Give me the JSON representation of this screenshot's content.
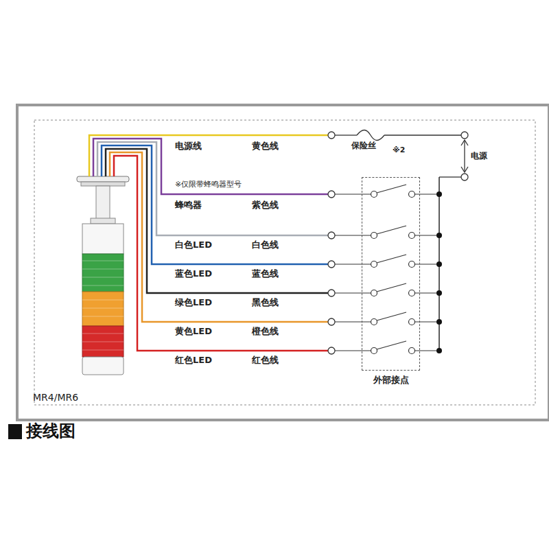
{
  "diagram": {
    "title": "接线图",
    "nodes": [
      {
        "text": [
          "外部接点"
        ]
      }
    ],
    "labels": [
      "电源线",
      "黄色线",
      "保险丝",
      "※2",
      "电源",
      "※仅限带蜂鸣器型号",
      "蜂鸣器",
      "紫色线",
      "白色LED",
      "白色线",
      "蓝色LED",
      "蓝色线",
      "绿色LED",
      "黑色线",
      "黄色LED",
      "橙色线",
      "红色LED",
      "红色线",
      "MR4/MR6"
    ]
  }
}
